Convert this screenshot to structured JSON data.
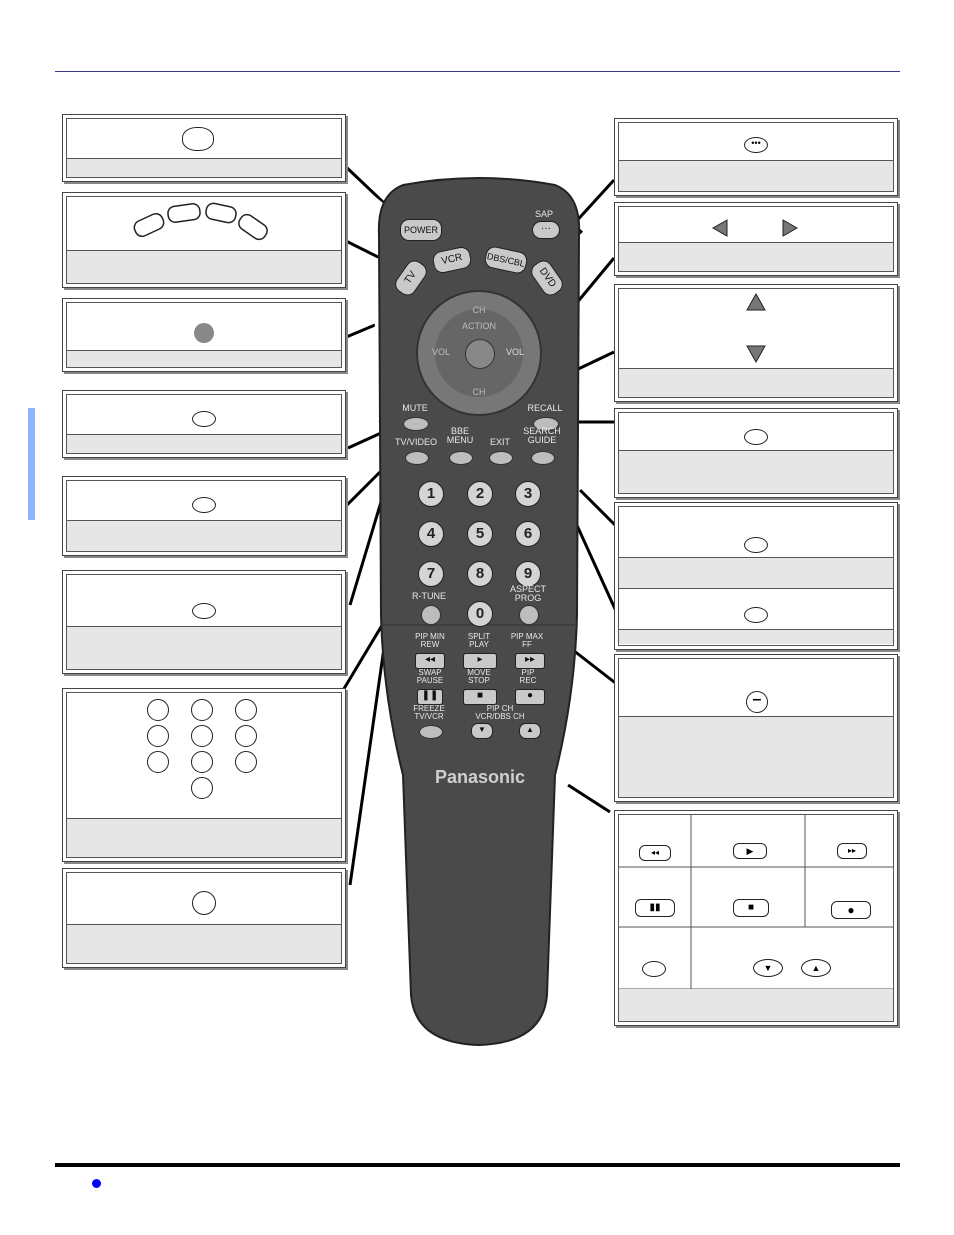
{
  "remote": {
    "brand": "Panasonic",
    "power": "POWER",
    "sap": "SAP",
    "mode_buttons": [
      "TV",
      "VCR",
      "DBS/CBL",
      "DVD"
    ],
    "ch_top": "CH",
    "action": "ACTION",
    "vol_left": "VOL",
    "vol_right": "VOL",
    "ch_bottom": "CH",
    "mute": "MUTE",
    "recall": "RECALL",
    "tv_video": "TV/VIDEO",
    "bbe_menu": "BBE\nMENU",
    "exit": "EXIT",
    "search_guide": "SEARCH\nGUIDE",
    "digits": [
      "1",
      "2",
      "3",
      "4",
      "5",
      "6",
      "7",
      "8",
      "9",
      "0"
    ],
    "r_tune": "R-TUNE",
    "aspect_prog": "ASPECT\nPROG",
    "pip_min_rew": "PIP MIN\nREW",
    "split_play": "SPLIT\nPLAY",
    "pip_max_ff": "PIP MAX\nFF",
    "swap_pause": "SWAP\nPAUSE",
    "move_stop": "MOVE\nSTOP",
    "pip_rec": "PIP\nREC",
    "freeze_tvvcr": "FREEZE\nTV/VCR",
    "pip_ch_vcrdbs": "PIP CH\nVCR/DBS CH"
  },
  "colors": {
    "remote_body": "#4a4a4a",
    "header_rule": "#3a3a8c",
    "side_tab": "#8fb4ff",
    "bullet": "#0000ff"
  },
  "icons": [
    "power-oval-icon",
    "mode-buttons-icon",
    "action-dot-icon",
    "oval-button-icon",
    "number-pad-icon",
    "ellipsis-button-icon",
    "left-arrow-icon",
    "right-arrow-icon",
    "up-triangle-icon",
    "down-triangle-icon",
    "minus-button-icon",
    "rewind-icon",
    "play-icon",
    "fast-forward-icon",
    "pause-icon",
    "stop-icon",
    "record-icon",
    "down-arrow-button-icon",
    "up-arrow-button-icon"
  ]
}
